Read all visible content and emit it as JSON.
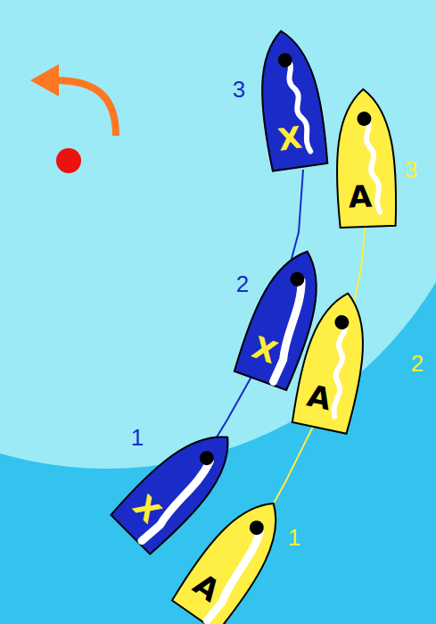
{
  "diagram": {
    "labels": [
      "3",
      "2",
      "1",
      "3",
      "2",
      "1",
      "X",
      "X",
      "X",
      "A",
      "A",
      "A"
    ]
  }
}
